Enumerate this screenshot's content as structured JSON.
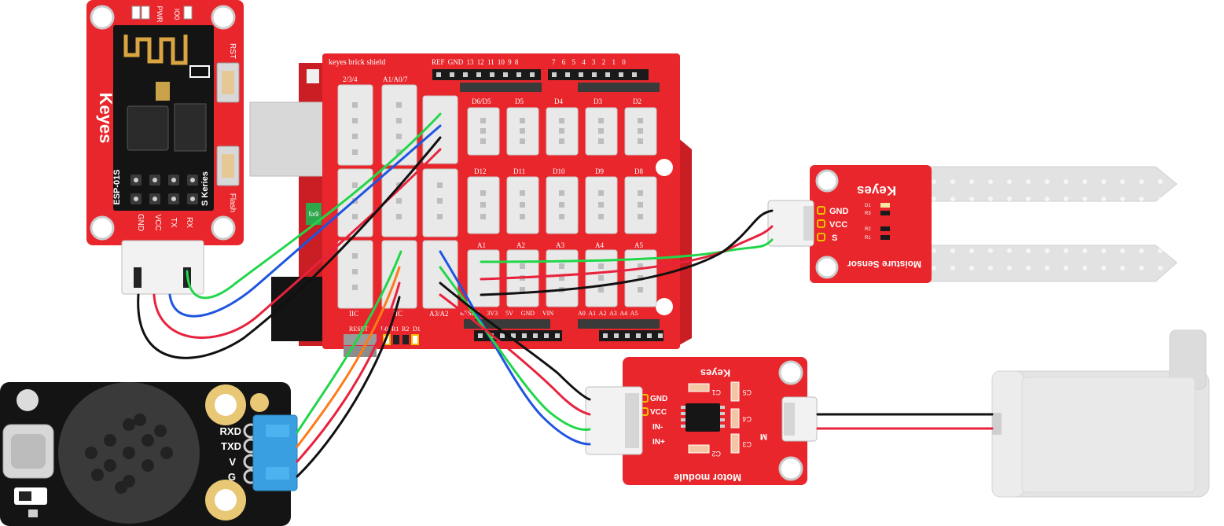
{
  "colors": {
    "board_red": "#e8262b",
    "board_dark_red": "#c81e24",
    "pcb_black": "#141414",
    "wire_green": "#22d64a",
    "wire_blue": "#1f55e0",
    "wire_red": "#e8223c",
    "wire_black": "#111111",
    "wire_orange": "#ff7a18",
    "connector_white": "#f2f2f2",
    "connector_blue": "#3a9fe0",
    "pad_gold": "#e9c36b",
    "pump_grey": "#e4e4e4"
  },
  "esp01s": {
    "brand": "Keyes",
    "model": "ESP-01S",
    "series": "S Keries",
    "led_labels": [
      "PWR",
      "IO0"
    ],
    "button_labels": [
      "RST",
      "Flash"
    ],
    "pin_labels": [
      "GND",
      "VCC",
      "TX",
      "RX"
    ]
  },
  "shield": {
    "title": "keyes brick shield",
    "top_header_left": "REF GND 13 12 11 10 9 8",
    "top_header_right": "7 6 5 4 3 2 1 0",
    "col_labels": [
      "2/3/4",
      "A1/A0/7"
    ],
    "top_row_labels": [
      "D6/D5",
      "D5",
      "D4",
      "D3",
      "D2"
    ],
    "mid_row_labels": [
      "D12",
      "D11",
      "D10",
      "D9",
      "D8"
    ],
    "analog_row_labels": [
      "A1",
      "A2",
      "A3",
      "A4",
      "A5"
    ],
    "iic_labels": [
      "IIC",
      "IIC"
    ],
    "a3a2_label": "A3/A2",
    "power_header_label": "RESET 3V3 5V GND VIN",
    "analog_header_label": "A0 A1 A2 A3 A4 A5",
    "bottom_left_labels": [
      "RESET",
      "D0",
      "R1",
      "R2",
      "D1"
    ],
    "side_chip": "5x9"
  },
  "moisture": {
    "brand": "Keyes",
    "title": "Moisture Sensor",
    "pins": [
      "GND",
      "VCC",
      "S"
    ],
    "parts": [
      "D1",
      "R3",
      "R2",
      "R1"
    ]
  },
  "motor": {
    "brand": "Keyes",
    "title": "Motor module",
    "pins": [
      "GND",
      "VCC",
      "IN-",
      "IN+"
    ],
    "parts": [
      "C1",
      "C5",
      "C4",
      "C3",
      "C2"
    ],
    "out_label": "M"
  },
  "voice": {
    "pins": [
      "RXD",
      "TXD",
      "V",
      "G"
    ]
  }
}
